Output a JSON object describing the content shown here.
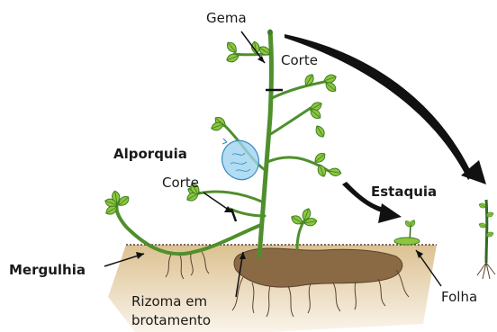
{
  "labels": {
    "gema": "Gema",
    "corte_top": "Corte",
    "alporquia": "Alporquia",
    "corte_left": "Corte",
    "estaquia": "Estaquia",
    "mergulhia": "Mergulhia",
    "rizoma_line1": "Rizoma em",
    "rizoma_line2": "brotamento",
    "folha": "Folha"
  },
  "colors": {
    "stem": "#4f8f2c",
    "leaf": "#8cc63f",
    "leaf_dark": "#3f7d20",
    "soil": "#e2c79a",
    "soil_light": "#f5ead8",
    "rhizome": "#8a6a45",
    "root": "#5a4330",
    "bag": "#9fd3ef",
    "arrow": "#111111"
  }
}
